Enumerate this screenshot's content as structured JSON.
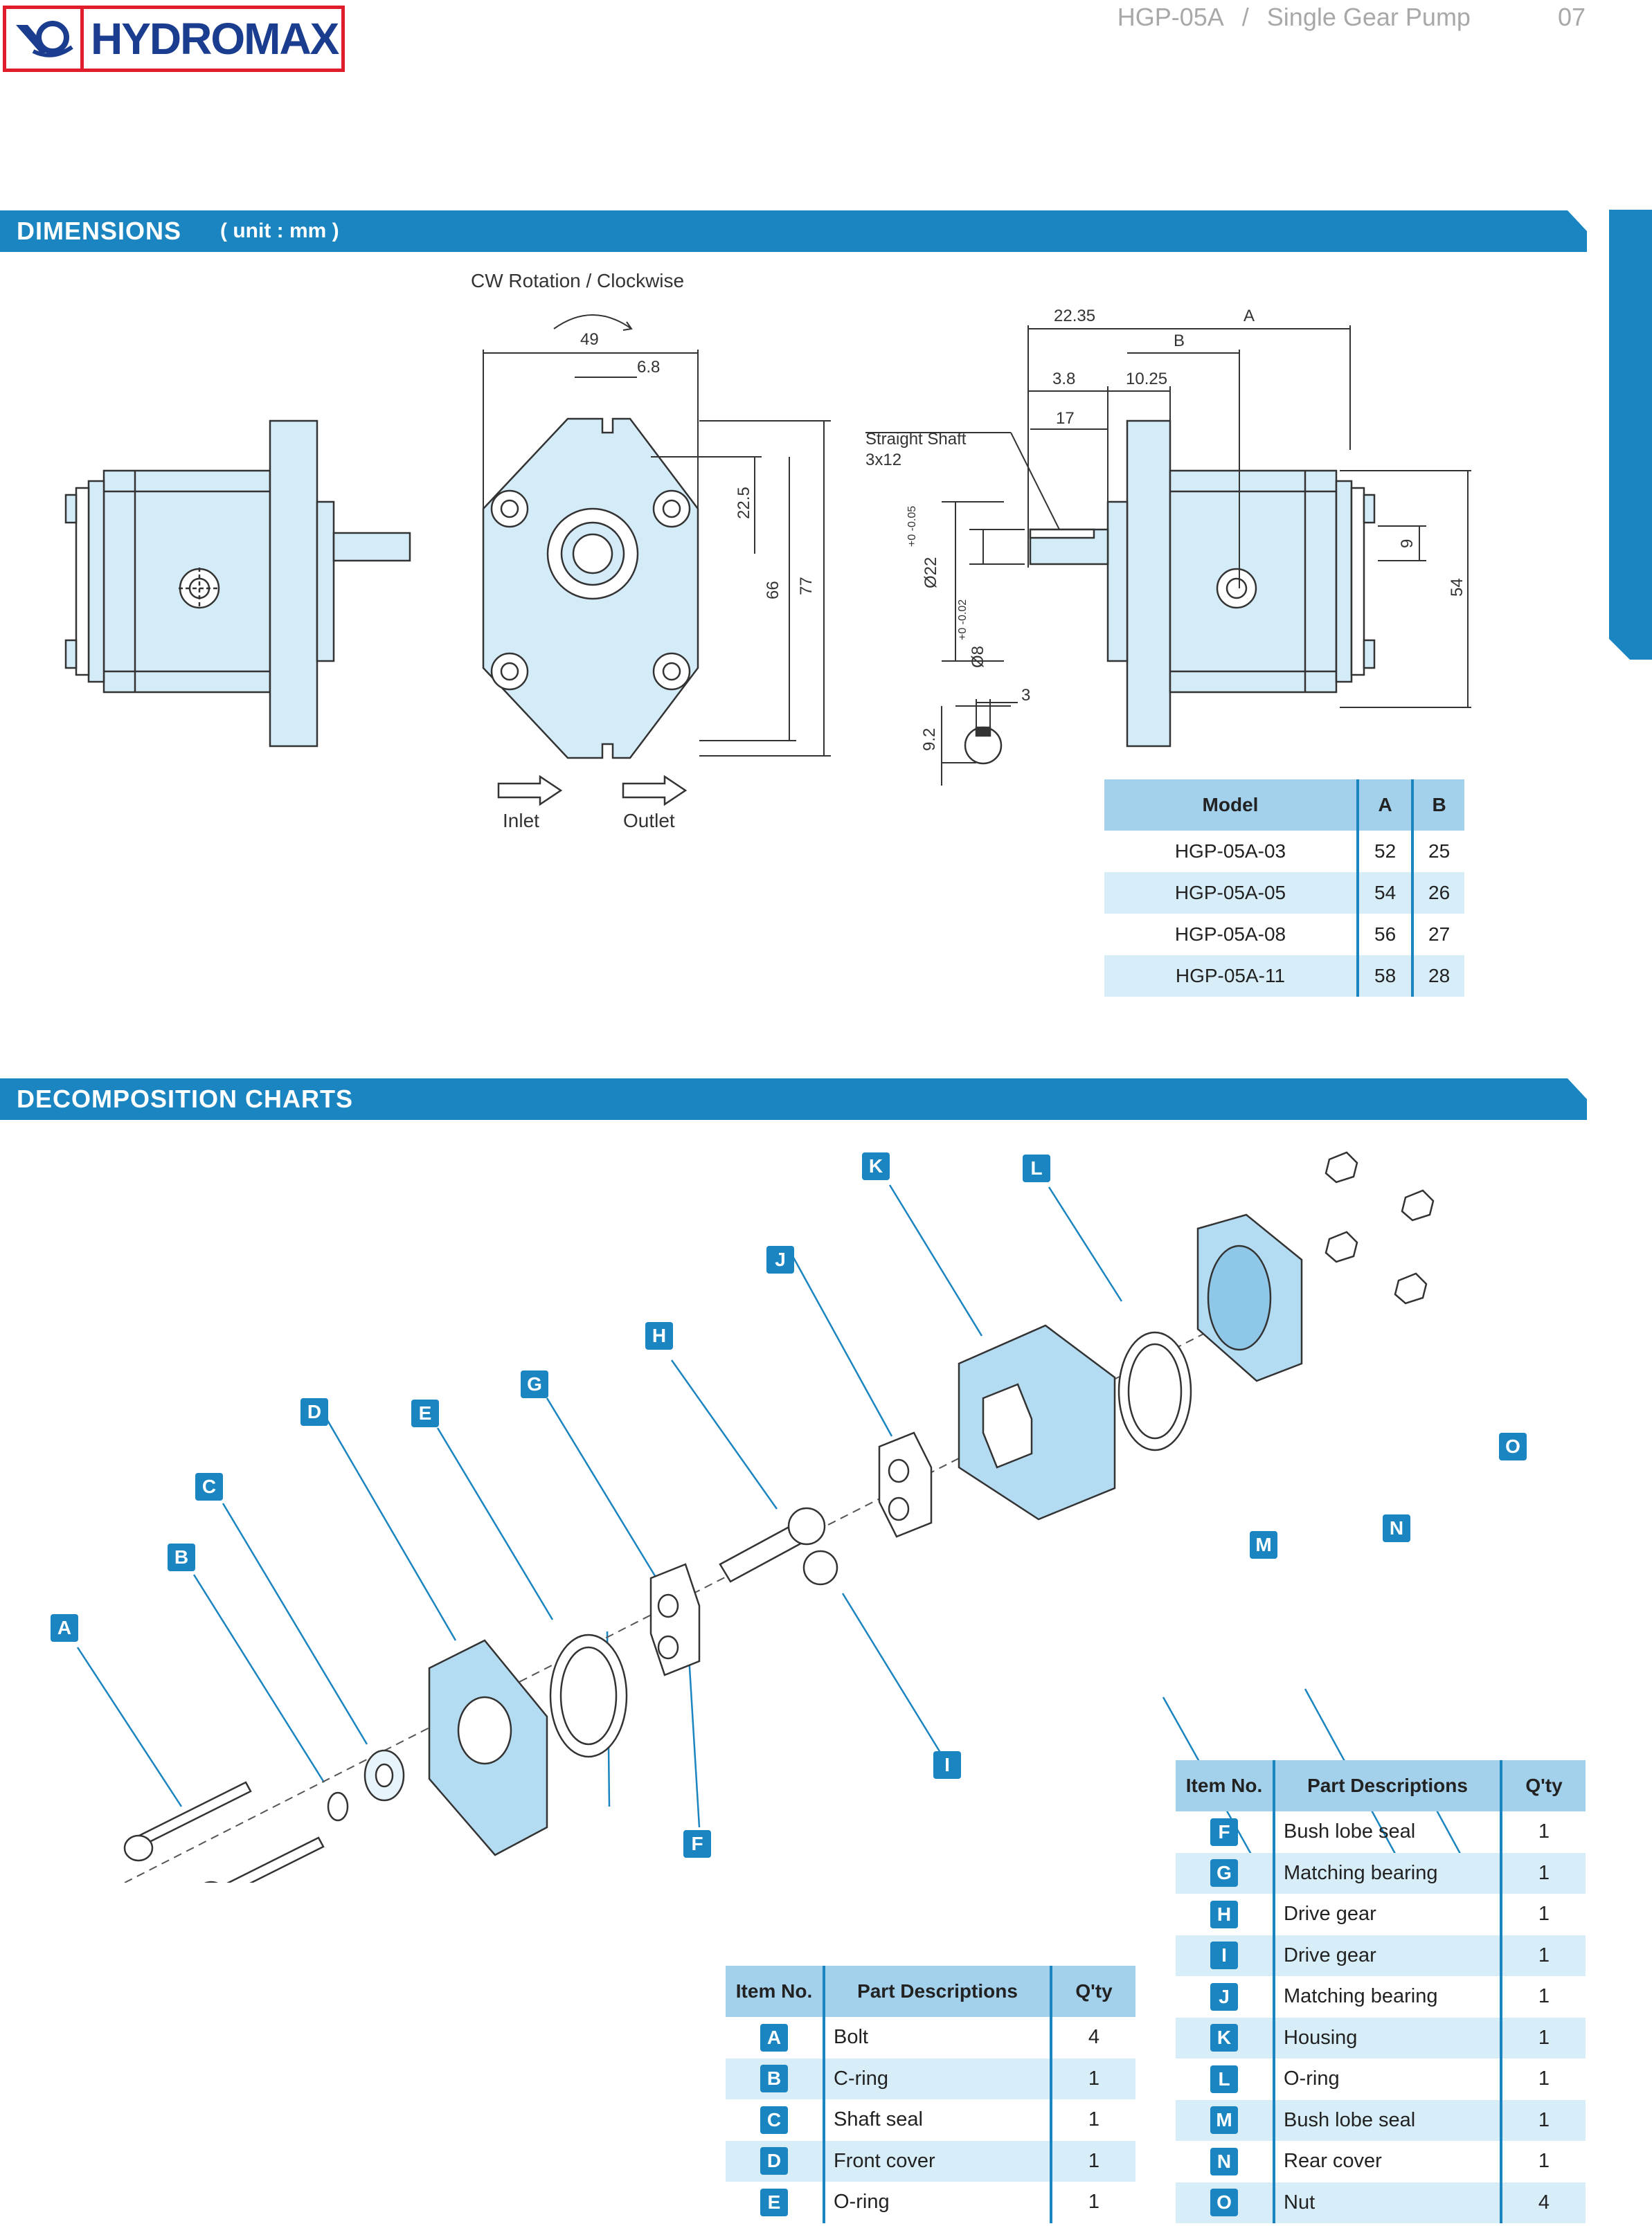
{
  "header": {
    "brand": "HYDROMAX",
    "product": "HGP-05A",
    "separator": "/",
    "subtitle": "Single Gear Pump",
    "page": "07"
  },
  "sections": {
    "dimensions": {
      "title": "DIMENSIONS",
      "unit": "( unit : mm )"
    },
    "decomposition": {
      "title": "DECOMPOSITION CHARTS"
    }
  },
  "drawing_labels": {
    "rotation": "CW Rotation / Clockwise",
    "inlet": "Inlet",
    "outlet": "Outlet",
    "shaft": "Straight Shaft",
    "shaft_size": "3x12",
    "d49": "49",
    "d68": "6.8",
    "d225": "22.5",
    "d66": "66",
    "d77": "77",
    "d2235": "22.35",
    "dA": "A",
    "dB": "B",
    "d38": "3.8",
    "d1025": "10.25",
    "d17": "17",
    "d9": "9",
    "d54": "54",
    "d22": "Ø22",
    "d22tol": "+0 -0.05",
    "d8": "Ø8",
    "d8tol": "+0 -0.02",
    "d3": "3",
    "d92": "9.2"
  },
  "model_table": {
    "headers": [
      "Model",
      "A",
      "B"
    ],
    "rows": [
      [
        "HGP-05A-03",
        "52",
        "25"
      ],
      [
        "HGP-05A-05",
        "54",
        "26"
      ],
      [
        "HGP-05A-08",
        "56",
        "27"
      ],
      [
        "HGP-05A-11",
        "58",
        "28"
      ]
    ]
  },
  "parts_headers": [
    "Item No.",
    "Part Descriptions",
    "Q'ty"
  ],
  "parts_left": [
    {
      "item": "A",
      "desc": "Bolt",
      "qty": "4"
    },
    {
      "item": "B",
      "desc": "C-ring",
      "qty": "1"
    },
    {
      "item": "C",
      "desc": "Shaft seal",
      "qty": "1"
    },
    {
      "item": "D",
      "desc": "Front cover",
      "qty": "1"
    },
    {
      "item": "E",
      "desc": "O-ring",
      "qty": "1"
    }
  ],
  "parts_right": [
    {
      "item": "F",
      "desc": "Bush lobe seal",
      "qty": "1"
    },
    {
      "item": "G",
      "desc": "Matching bearing",
      "qty": "1"
    },
    {
      "item": "H",
      "desc": "Drive gear",
      "qty": "1"
    },
    {
      "item": "I",
      "desc": "Drive gear",
      "qty": "1"
    },
    {
      "item": "J",
      "desc": "Matching bearing",
      "qty": "1"
    },
    {
      "item": "K",
      "desc": "Housing",
      "qty": "1"
    },
    {
      "item": "L",
      "desc": "O-ring",
      "qty": "1"
    },
    {
      "item": "M",
      "desc": "Bush lobe seal",
      "qty": "1"
    },
    {
      "item": "N",
      "desc": "Rear cover",
      "qty": "1"
    },
    {
      "item": "O",
      "desc": "Nut",
      "qty": "4"
    }
  ],
  "callouts": [
    "A",
    "B",
    "C",
    "D",
    "E",
    "F",
    "G",
    "H",
    "I",
    "J",
    "K",
    "L",
    "M",
    "N",
    "O"
  ],
  "colors": {
    "accent": "#1a85c0",
    "part_fill": "#b3dcf2",
    "brand_red": "#e01d2b",
    "brand_blue": "#1b3d8f"
  }
}
